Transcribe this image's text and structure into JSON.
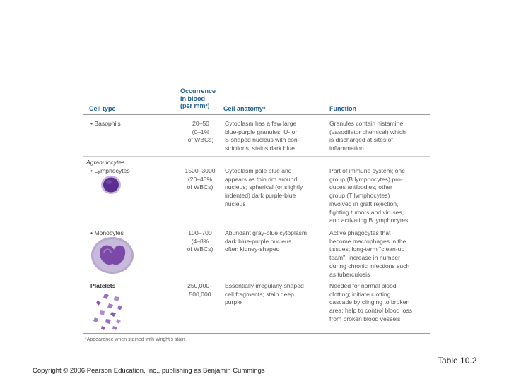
{
  "table": {
    "headers": {
      "cell_type": "Cell type",
      "occurrence": "Occurrence\nin blood\n(per mm³)",
      "anatomy": "Cell anatomy*",
      "function": "Function"
    },
    "basophils": {
      "name": "• Basophils",
      "occurrence": "20–50\n(0–1%\nof WBCs)",
      "anatomy": "Cytoplasm has a few large\nblue-purple granules; U- or\nS-shaped nucleus with con-\nstrictions, stains dark blue",
      "function": "Granules contain histamine\n(vasodilator chemical) which\nis discharged at sites of\ninflammation"
    },
    "agranulocytes_label": "Agranulocytes",
    "lymphocytes": {
      "name": "• Lymphocytes",
      "occurrence": "1500–3000\n(20–45%\nof WBCs)",
      "anatomy": "Cytoplasm pale blue and\nappears as thin rim around\nnucleus; spherical (or slightly\nindented) dark purple-blue\nnucleus",
      "function": "Part of immune system; one\ngroup (B lymphocytes) pro-\nduces antibodies; other\ngroup (T lymphocytes)\ninvolved in graft rejection,\nfighting tumors and viruses,\nand activating B lymphocytes"
    },
    "monocytes": {
      "name": "• Monocytes",
      "occurrence": "100–700\n(4–8%\nof WBCs)",
      "anatomy": "Abundant gray-blue cytoplasm;\ndark blue-purple nucleus\noften kidney-shaped",
      "function": "Active phagocytes that\nbecome macrophages in the\ntissues; long-term \"clean-up\nteam\"; increase in number\nduring chronic infections such\nas tuberculosis"
    },
    "platelets": {
      "name": "Platelets",
      "occurrence": "250,000–\n500,000",
      "anatomy": "Essentially irregularly shaped\ncell fragments; stain deep\npurple",
      "function": "Needed for normal blood\nclotting; initiate clotting\ncascade by clinging to broken\narea; help to control blood loss\nfrom broken blood vessels"
    },
    "footnote": "*Appearance when stained with Wright's stain"
  },
  "caption": "Table 10.2",
  "copyright": "Copyright © 2006 Pearson Education, Inc., publishing as Benjamin Cummings",
  "colors": {
    "header_blue": "#1e5b8f",
    "cell_purple": "#8a5bb5",
    "nucleus_purple": "#4a2a7a"
  }
}
